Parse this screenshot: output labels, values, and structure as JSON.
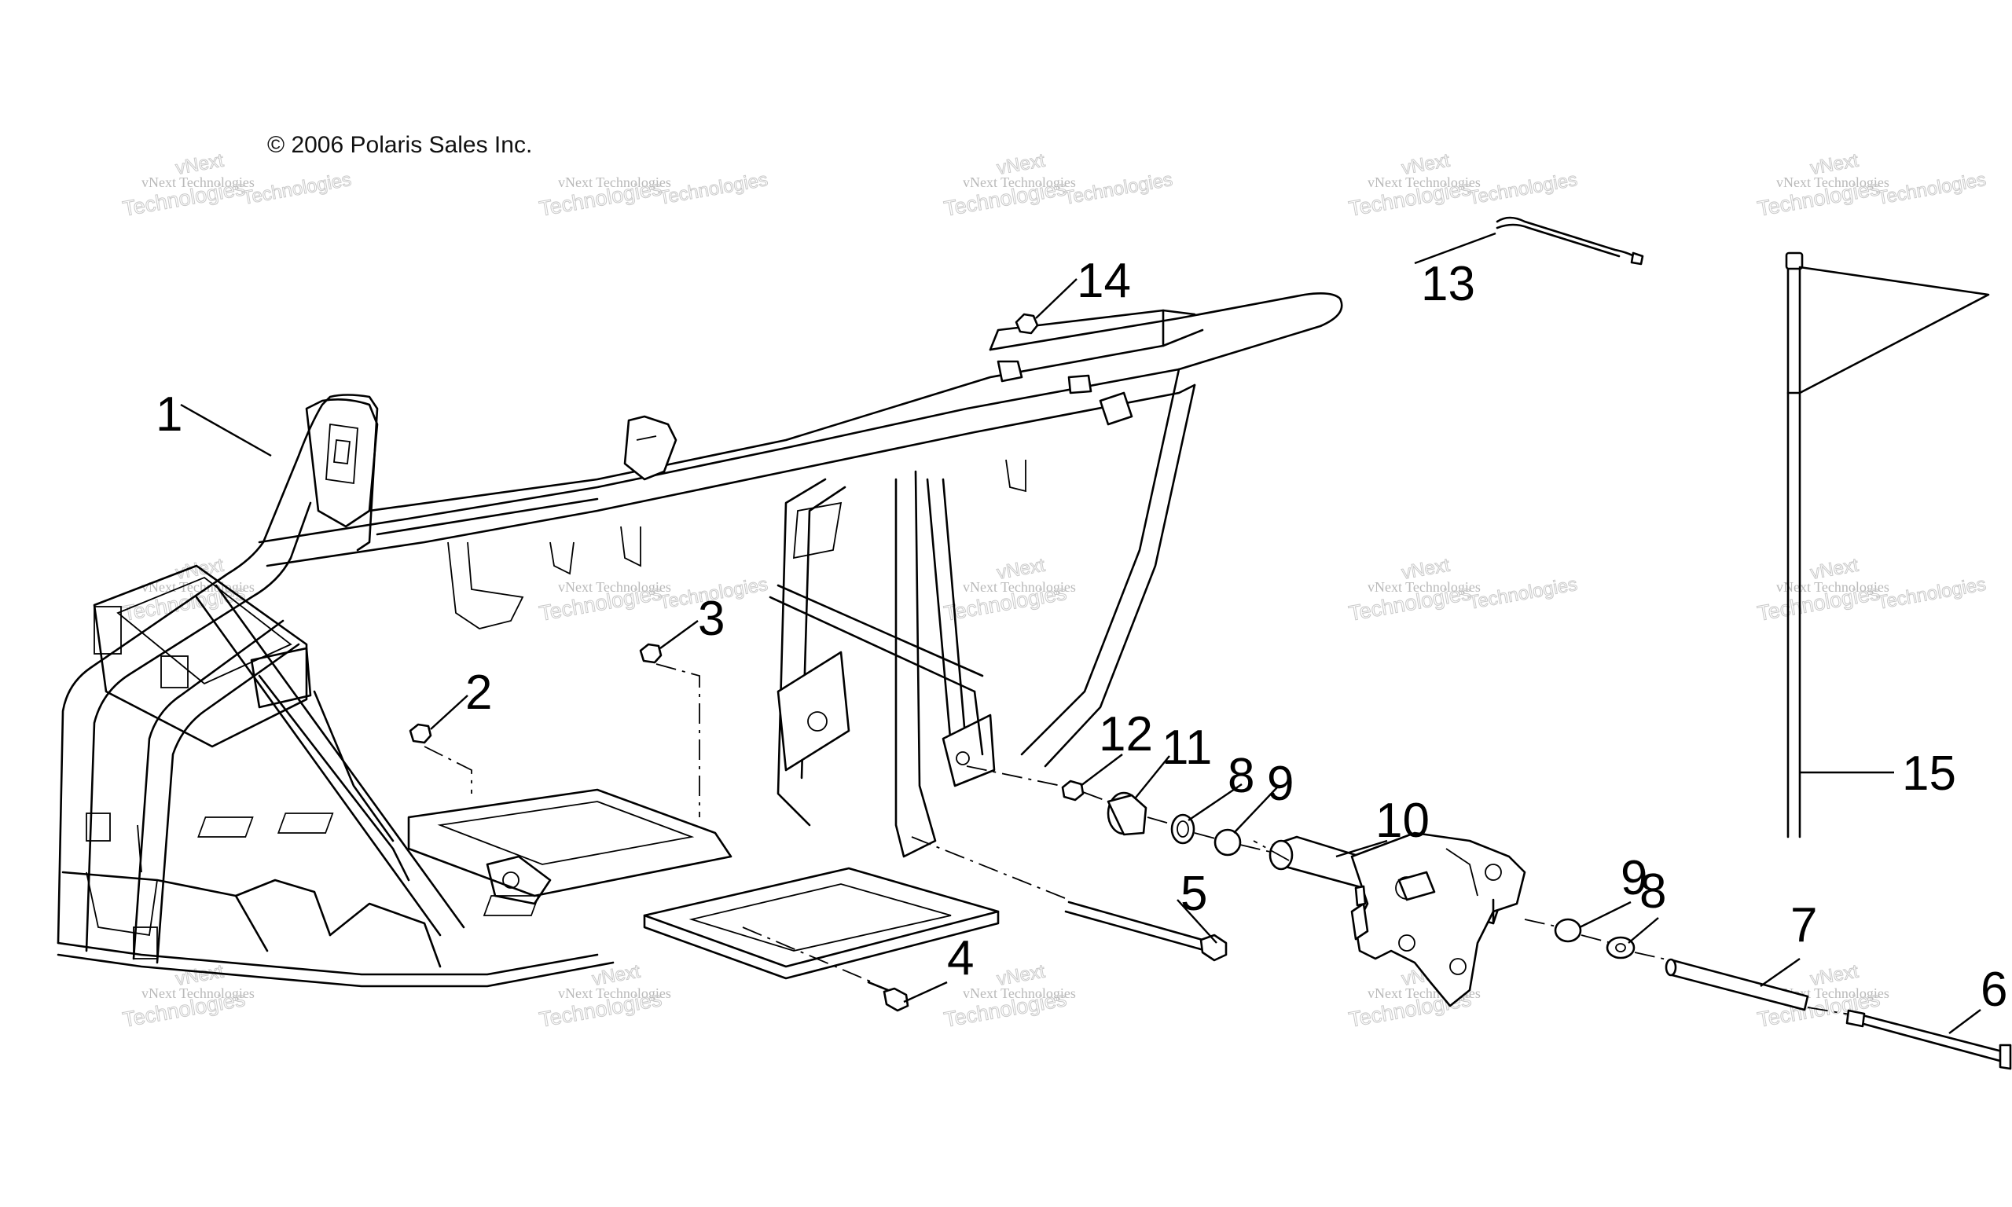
{
  "copyright": "© 2006 Polaris Sales Inc.",
  "watermark": {
    "line1": "vNext Technologies",
    "line2": "vNext",
    "line3": "Technologies"
  },
  "callouts": [
    "1",
    "2",
    "3",
    "4",
    "5",
    "6",
    "7",
    "8",
    "9",
    "10",
    "11",
    "12",
    "13",
    "14",
    "15",
    "8",
    "9"
  ]
}
